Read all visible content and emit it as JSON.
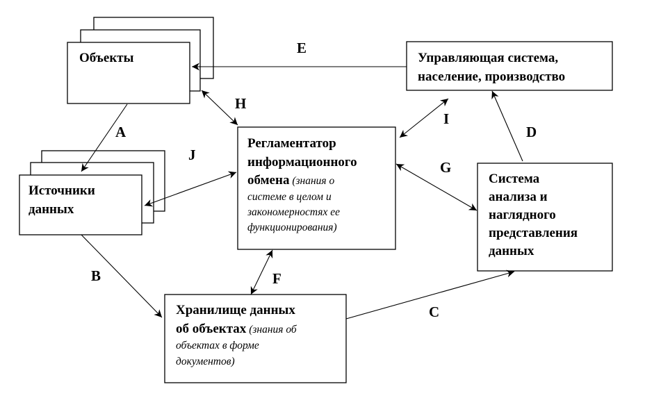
{
  "nodes": {
    "objects": {
      "lines": [
        "Объекты"
      ]
    },
    "control": {
      "lines": [
        "Управляющая система,",
        "население, производство"
      ]
    },
    "sources": {
      "lines": [
        "Источники",
        "данных"
      ]
    },
    "regulator": {
      "line1": "Регламентатор",
      "line2": "информационного",
      "line3_bold": "обмена",
      "line3_italic": " (знания о",
      "italic_lines": [
        "системе в целом и",
        "закономерностях ее",
        "функционирования)"
      ]
    },
    "analysis": {
      "lines": [
        "Система",
        "анализа и",
        "наглядного",
        "представления",
        "данных"
      ]
    },
    "storage": {
      "line1": "Хранилище данных",
      "line2_bold": "об объектах",
      "line2_italic": " (знания об",
      "italic_lines": [
        "объектах в форме",
        "документов)"
      ]
    }
  },
  "edges": {
    "A": "A",
    "B": "B",
    "C": "C",
    "D": "D",
    "E": "E",
    "F": "F",
    "G": "G",
    "H": "H",
    "I": "I",
    "J": "J"
  }
}
